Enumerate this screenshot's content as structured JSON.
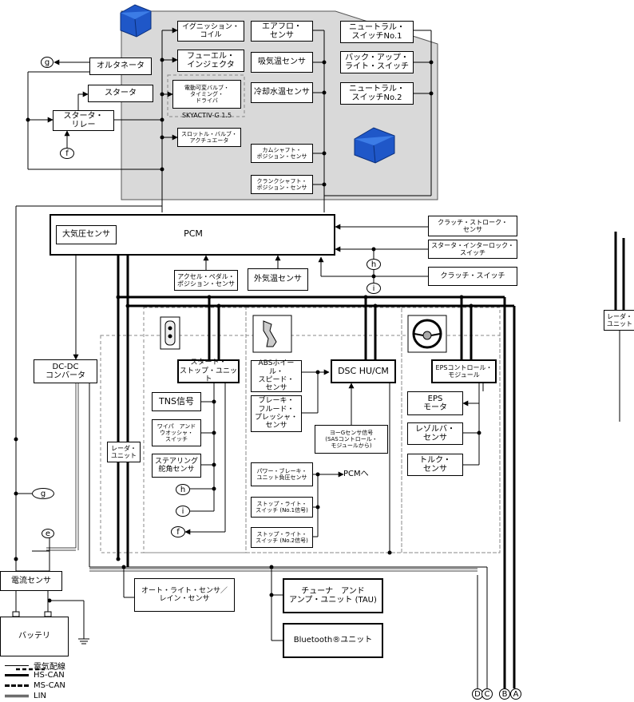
{
  "engine": {
    "ignition_coil": "イグニッション・\nコイル",
    "fuel_injector": "フューエル・\nインジェクタ",
    "vvt_driver": "電動可変バルブ・\nタイミング・\nドライバ",
    "skyactiv_label": "SKYACTIV-G 1.5",
    "throttle_actuator": "スロットル・バルブ・\nアクチュエータ",
    "airflow_sensor": "エアフロ・\nセンサ",
    "intake_temp_sensor": "吸気温センサ",
    "coolant_temp_sensor": "冷却水温センサ",
    "camshaft_sensor": "カムシャフト・\nポジション・センサ",
    "crankshaft_sensor": "クランクシャフト・\nポジション・センサ",
    "neutral_switch_1": "ニュートラル・\nスイッチNo.1",
    "backup_light_switch": "バック・アップ・\nライト・スイッチ",
    "neutral_switch_2": "ニュートラル・\nスイッチNo.2"
  },
  "charging": {
    "alternator": "オルタネータ",
    "starter": "スタータ",
    "starter_relay": "スタータ・\nリレー"
  },
  "pcm": {
    "label": "PCM",
    "baro_sensor": "大気圧センサ",
    "accel_pedal_sensor": "アクセル・ペダル・\nポジション・センサ",
    "ambient_temp_sensor": "外気温センサ"
  },
  "right_inputs": {
    "clutch_stroke_sensor": "クラッチ・ストローク・\nセンサ",
    "starter_interlock_switch": "スタータ・インターロック・\nスイッチ",
    "clutch_switch": "クラッチ・スイッチ"
  },
  "radar_far": "レーダ・\nユニット",
  "dcdc": "DC-DC\nコンバータ",
  "radar_inner": "レーダ・\nユニット",
  "start_stop": {
    "unit": "スタート・\nストップ・ユニット",
    "tns": "TNS信号",
    "wiper_switch": "ワイパ　アンド\nウオッシャ・\nスイッチ",
    "steering_sensor": "ステアリング\n舵角センサ"
  },
  "dsc": {
    "abs_sensor": "ABSホイール・\nスピード・\nセンサ",
    "hu_cm": "DSC HU/CM",
    "brake_fluid_sensor": "ブレーキ・\nフルード・\nプレッシャ・\nセンサ",
    "yaw_g_signal": "ヨーGセンサ信号\n(SASコントロール・\nモジュールから)",
    "power_brake_sensor": "パワー・ブレーキ・\nユニット負圧センサ",
    "to_pcm": "PCMへ",
    "stop_light_1": "ストップ・ライト・\nスイッチ (No.1信号)",
    "stop_light_2": "ストップ・ライト・\nスイッチ (No.2信号)"
  },
  "eps": {
    "control_module": "EPSコントロール・\nモジュール",
    "motor": "EPS\nモータ",
    "resolver": "レゾルバ・\nセンサ",
    "torque": "トルク・\nセンサ"
  },
  "bottom": {
    "current_sensor": "電流センサ",
    "battery": "バッテリ",
    "auto_light_sensor": "オート・ライト・センサ／\nレイン・センサ",
    "tau": "チューナ　アンド\nアンプ・ユニット (TAU)",
    "bluetooth": "Bluetooth®ユニット"
  },
  "connectors": {
    "g": "g",
    "f": "f",
    "h": "h",
    "i": "i",
    "e": "e",
    "A": "A",
    "B": "B",
    "C": "C",
    "D": "D"
  },
  "legend": {
    "wire": "電気配線",
    "hs_can": "HS-CAN",
    "ms_can": "MS-CAN",
    "lin": "LIN"
  }
}
